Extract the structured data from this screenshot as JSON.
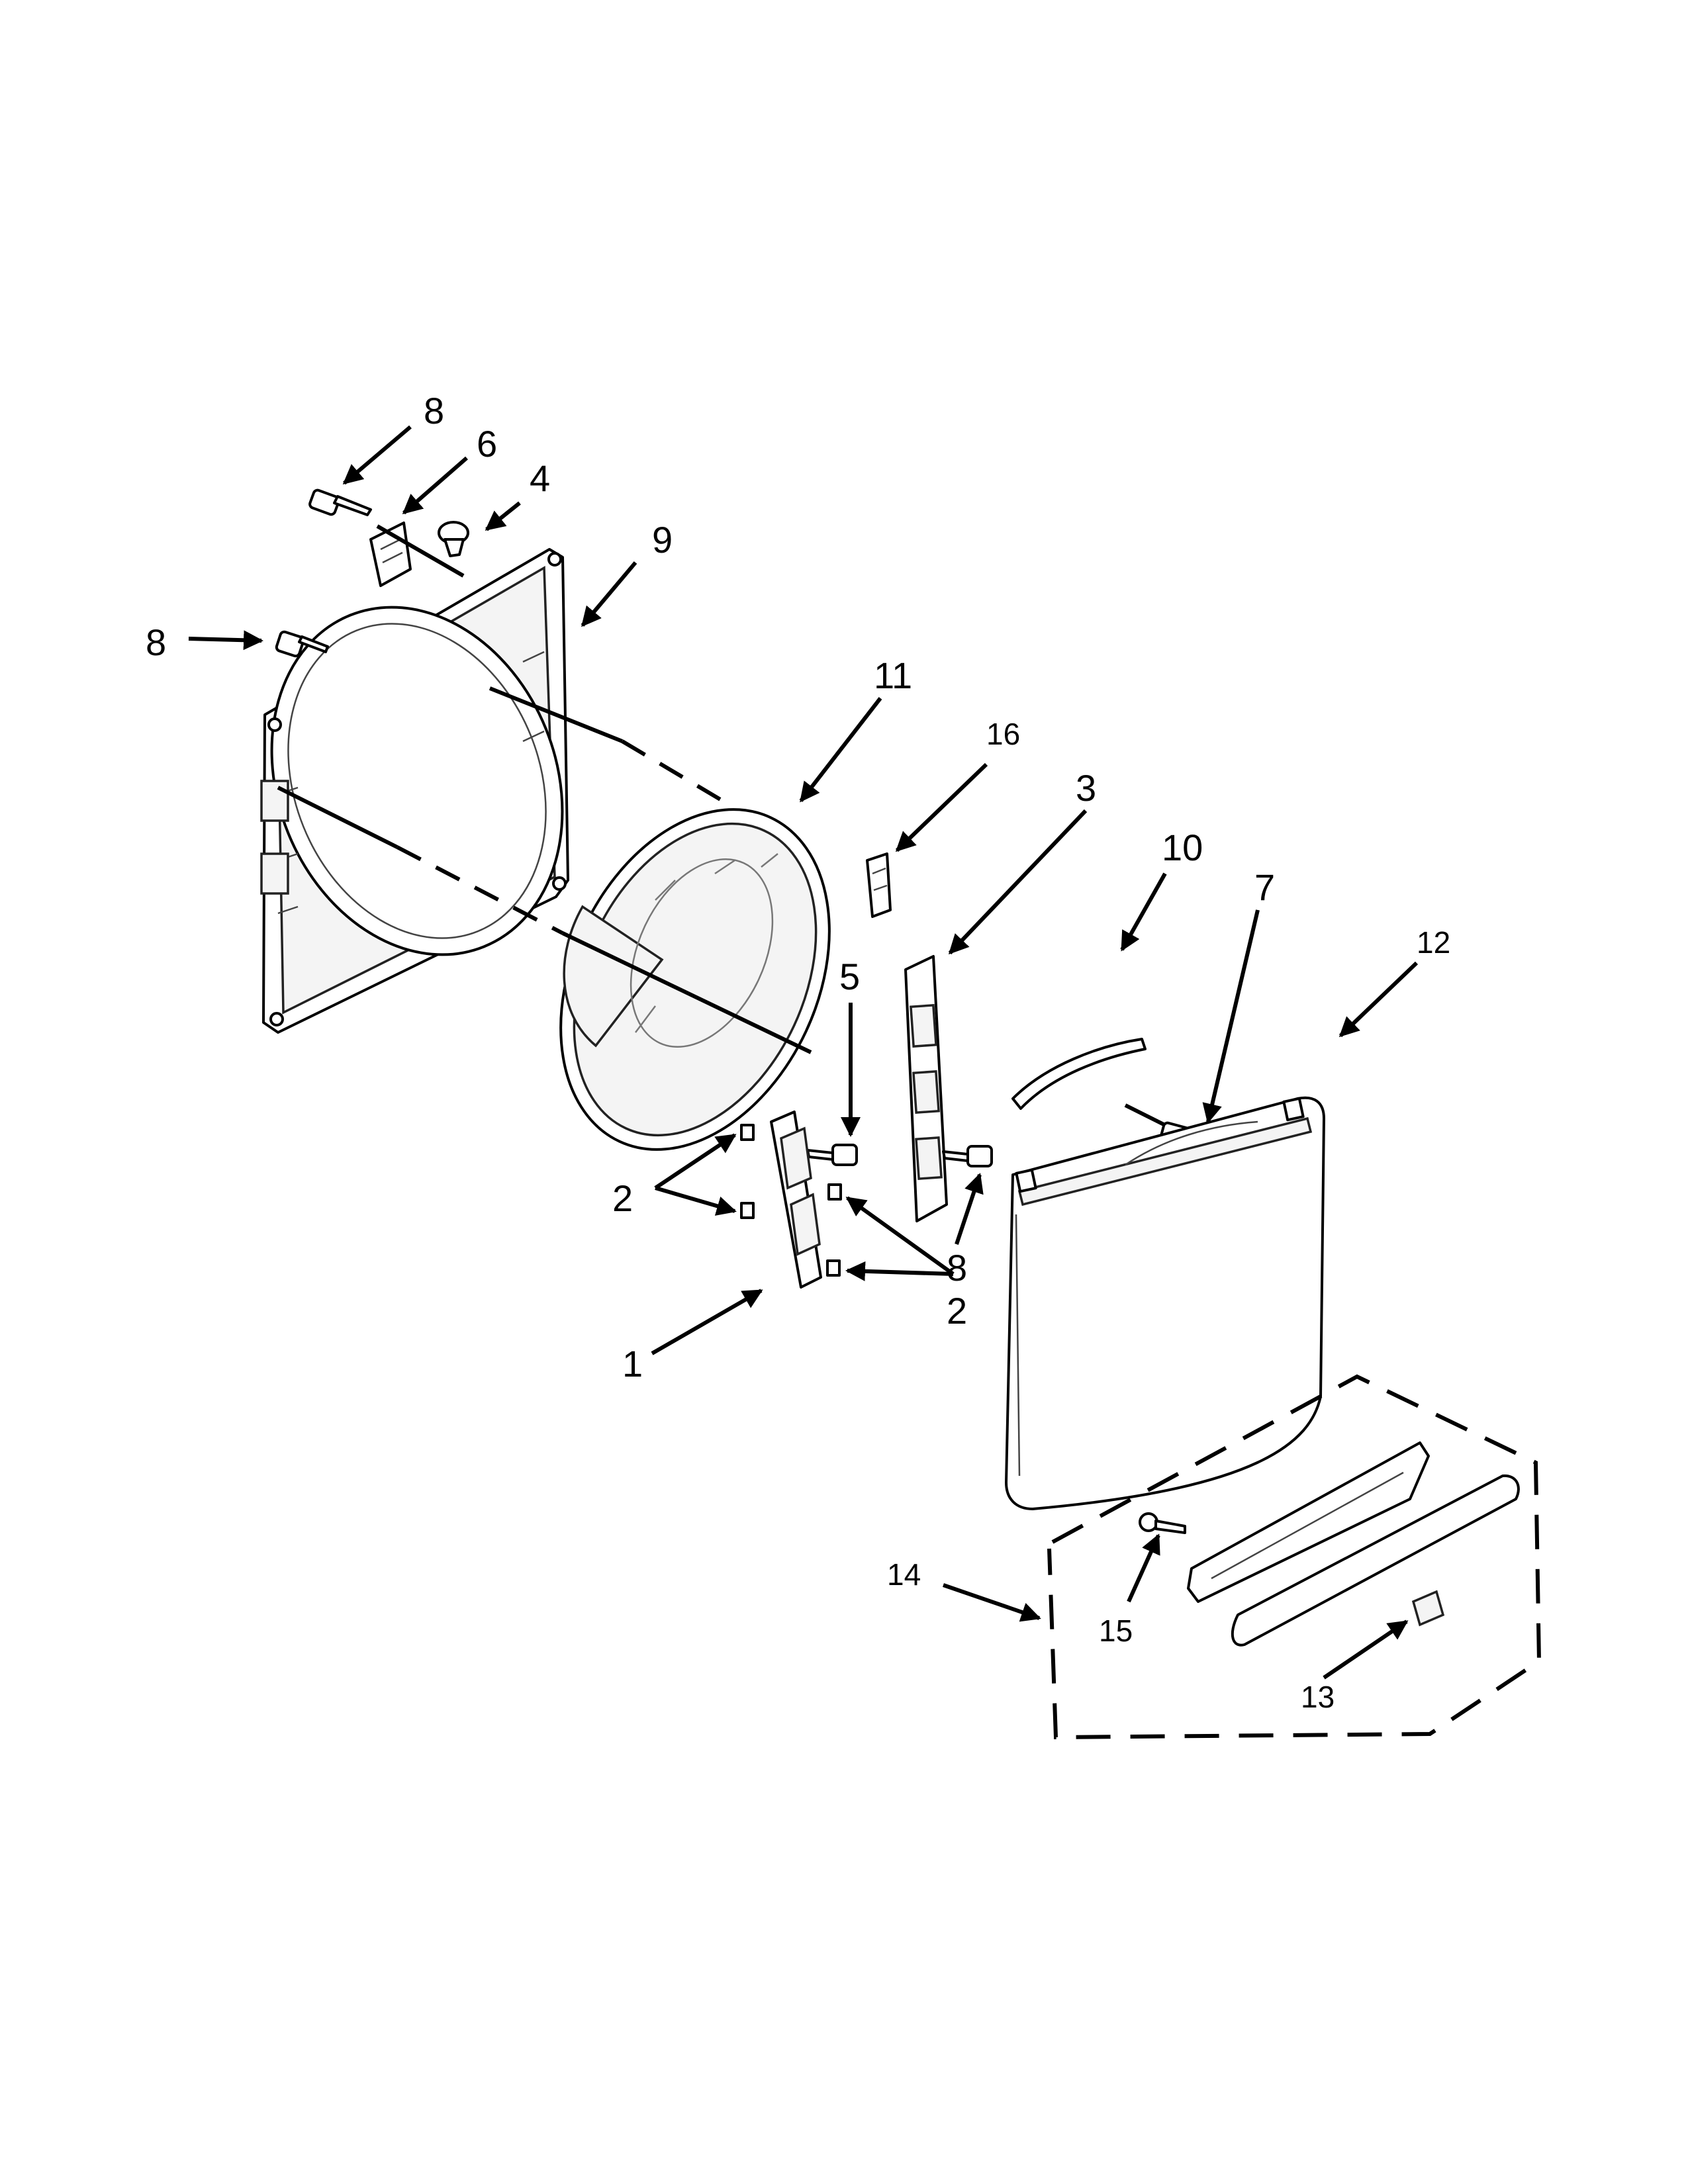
{
  "callouts": {
    "c8_top": "8",
    "c6": "6",
    "c4": "4",
    "c9": "9",
    "c8_left": "8",
    "c11": "11",
    "c16": "16",
    "c3": "3",
    "c10": "10",
    "c7": "7",
    "c12": "12",
    "c5": "5",
    "c2_left": "2",
    "c8_mid": "8",
    "c2_right": "2",
    "c1": "1",
    "c14": "14",
    "c15": "15",
    "c13": "13"
  }
}
